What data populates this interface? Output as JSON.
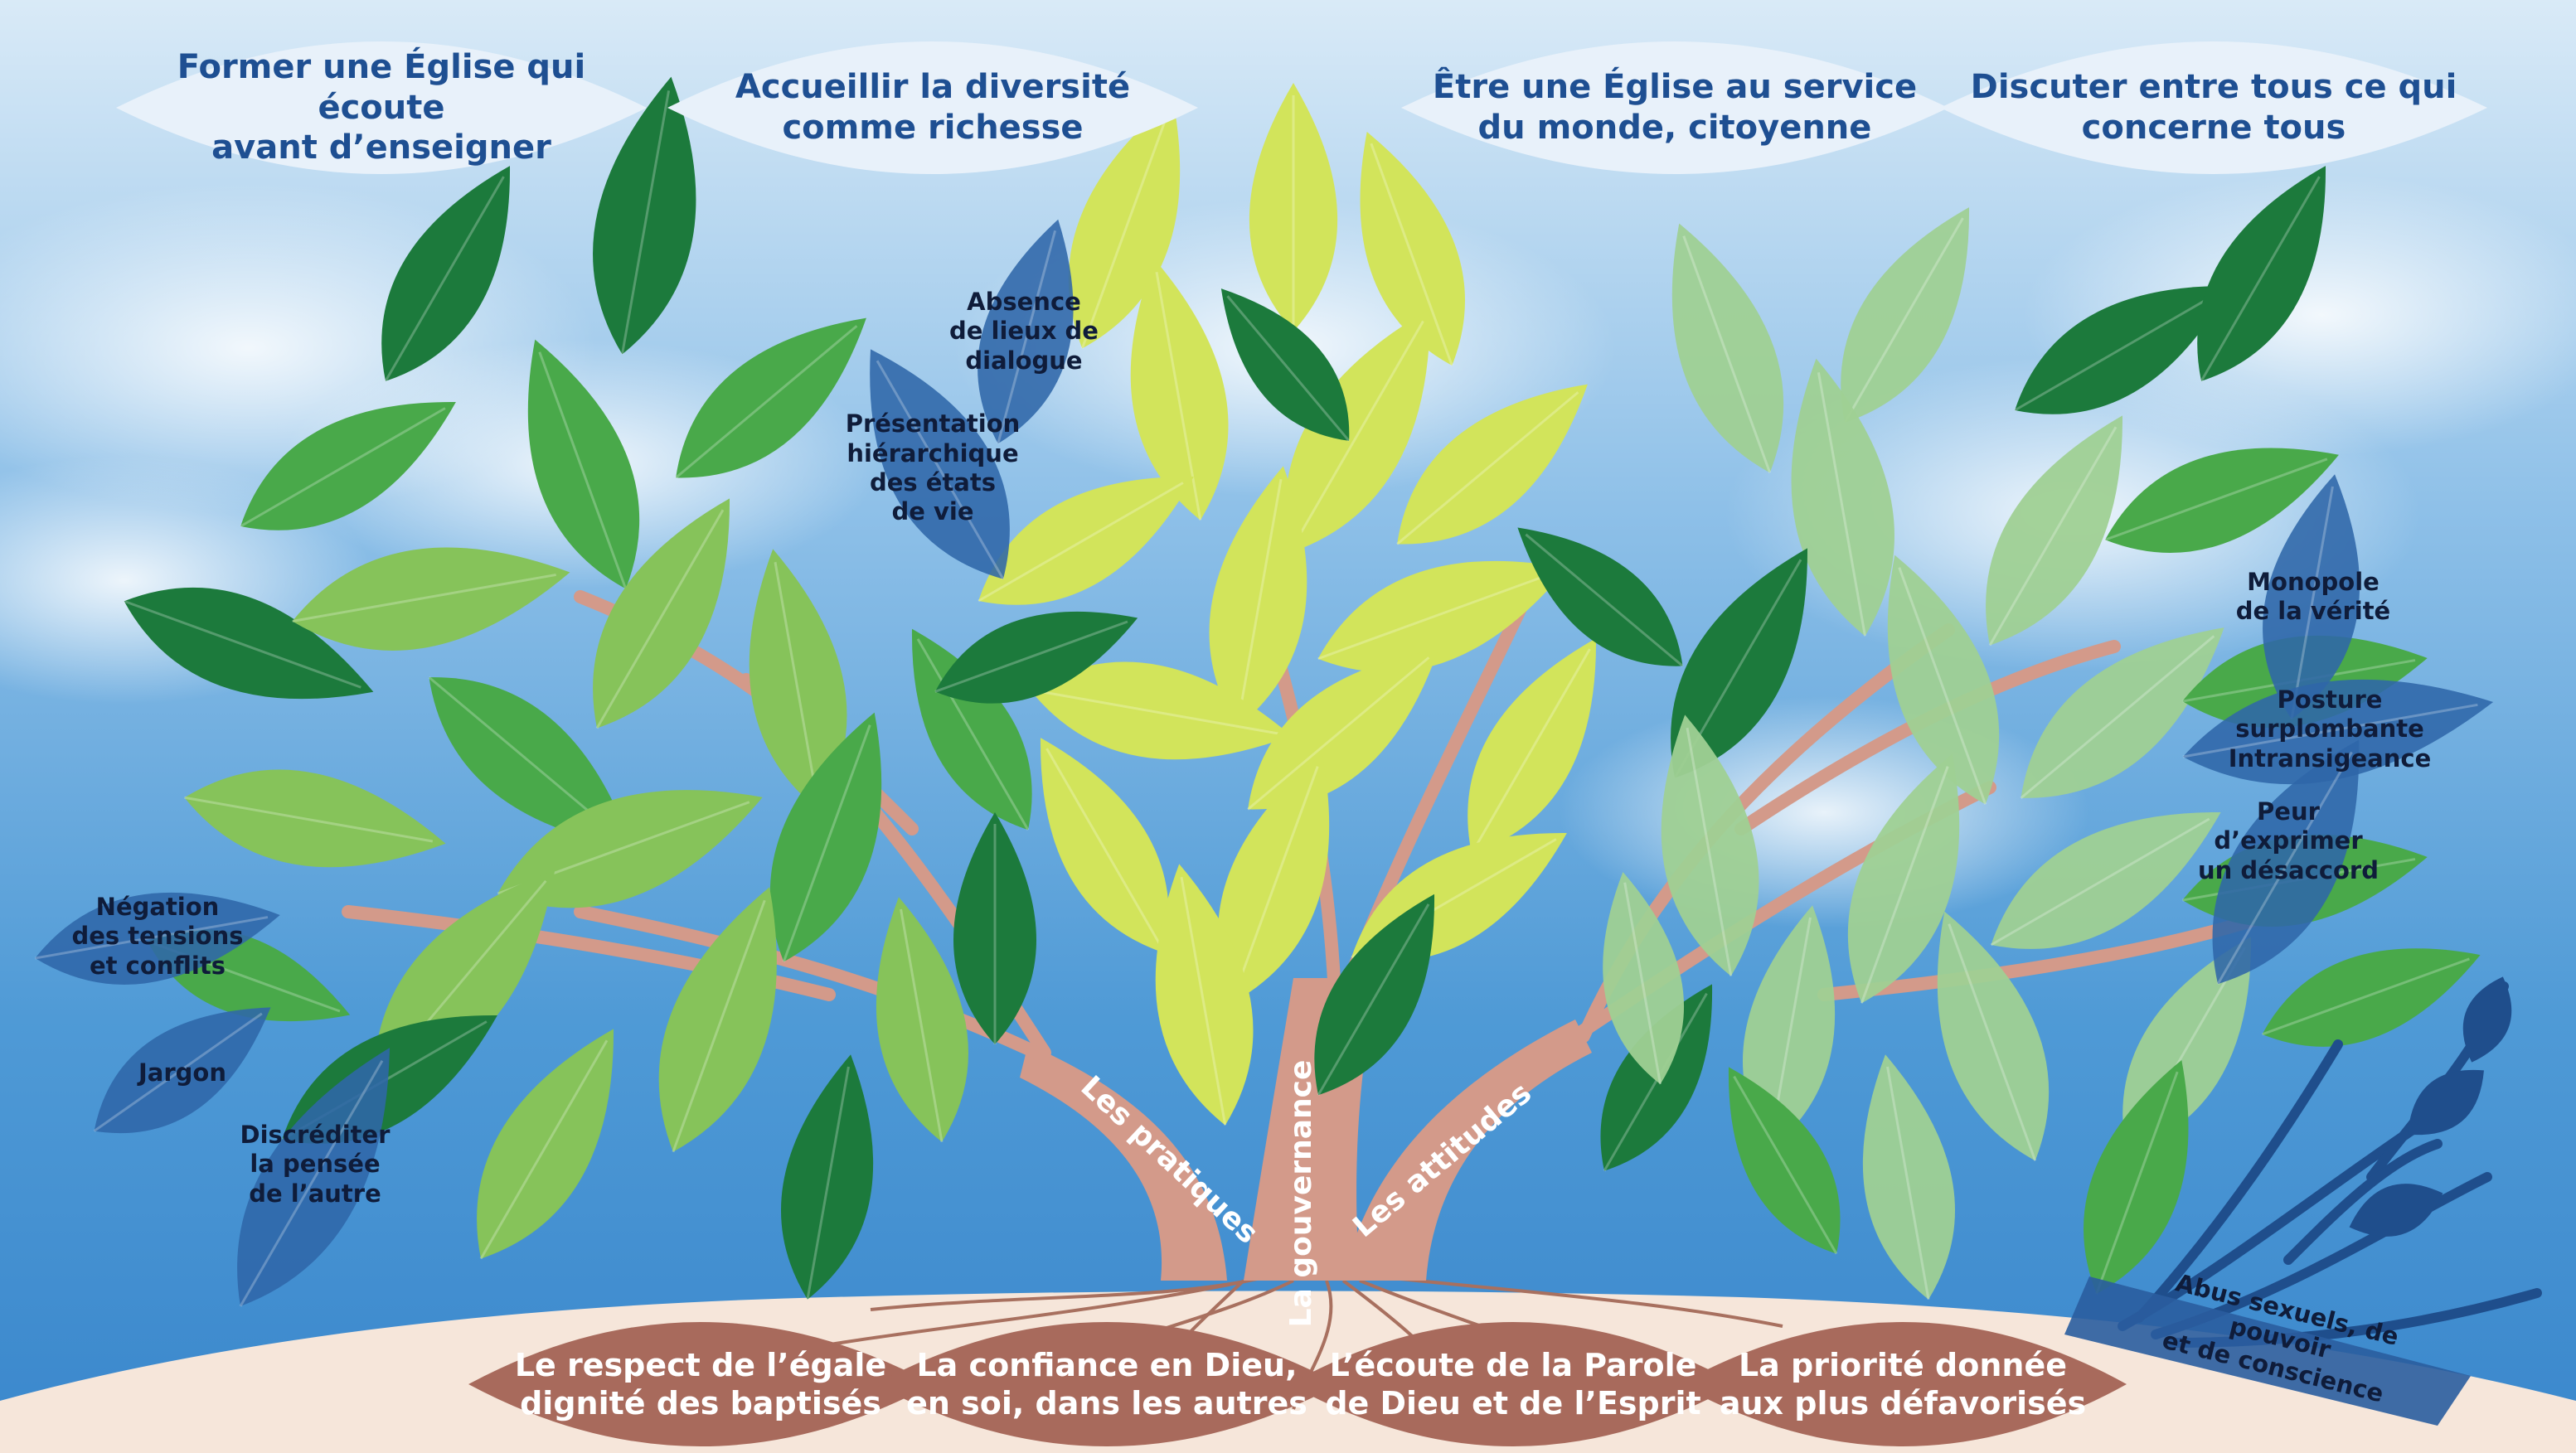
{
  "colors": {
    "sky_light": "#e6f1fa",
    "sky_mid": "#5ba3dc",
    "sky_dark": "#2f7ec8",
    "ground": "#f6e6da",
    "trunk": "#d39a8a",
    "root_petal": "#a86a5c",
    "top_petal": "#e8f1fa",
    "top_text": "#1e4f92",
    "blue_leaf": "#2f67a8",
    "leaf_dark": "#1c7a3c",
    "leaf_mid": "#49a94a",
    "leaf_light": "#86c35a",
    "leaf_lime": "#d2e45b",
    "leaf_pale": "#9fd094"
  },
  "top_values": [
    {
      "line1": "Former une Église qui écoute",
      "line2": "avant d’enseigner"
    },
    {
      "line1": "Accueillir la diversité",
      "line2": "comme richesse"
    },
    {
      "line1": "Être une Église au service",
      "line2": "du monde, citoyenne"
    },
    {
      "line1": "Discuter entre tous ce qui",
      "line2": "concerne tous"
    }
  ],
  "obstacles": [
    {
      "lines": [
        "Absence",
        "de lieux de",
        "dialogue"
      ]
    },
    {
      "lines": [
        "Présentation",
        "hiérarchique",
        "des états",
        "de vie"
      ]
    },
    {
      "lines": [
        "Négation",
        "des tensions",
        "et conflits"
      ]
    },
    {
      "lines": [
        "Jargon"
      ]
    },
    {
      "lines": [
        "Discréditer",
        "la pensée",
        "de l’autre"
      ]
    },
    {
      "lines": [
        "Monopole",
        "de la vérité"
      ]
    },
    {
      "lines": [
        "Posture surplombante",
        "Intransigeance"
      ]
    },
    {
      "lines": [
        "Peur",
        "d’exprimer",
        "un désaccord"
      ]
    }
  ],
  "abuse_label": {
    "line1": "Abus sexuels, de pouvoir",
    "line2": "et de conscience"
  },
  "branches": {
    "left": "Les pratiques",
    "center": "La gouvernance",
    "right": "Les attitudes"
  },
  "roots": [
    {
      "line1": "Le respect de l’égale",
      "line2": "dignité des baptisés"
    },
    {
      "line1": "La confiance en Dieu,",
      "line2": "en soi, dans les autres"
    },
    {
      "line1": "L’écoute de la Parole",
      "line2": "de Dieu et de l’Esprit"
    },
    {
      "line1": "La priorité donnée",
      "line2": "aux plus défavorisés"
    }
  ]
}
